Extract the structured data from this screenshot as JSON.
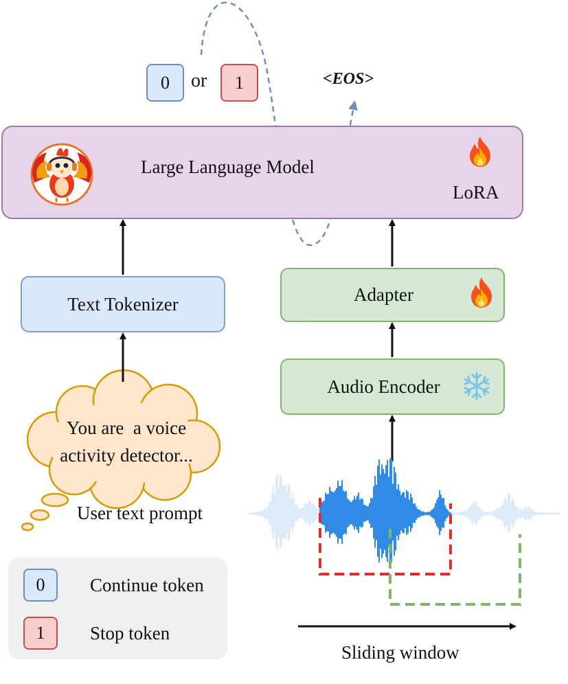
{
  "outputs": {
    "continue_value": "0",
    "or_label": "or",
    "stop_value": "1",
    "eos_label": "<EOS>"
  },
  "llm": {
    "title": "Large Language Model",
    "lora_label": "LoRA"
  },
  "text_tokenizer": {
    "label": "Text Tokenizer"
  },
  "adapter": {
    "label": "Adapter"
  },
  "audio_encoder": {
    "label": "Audio Encoder"
  },
  "prompt": {
    "line1": "You are  a voice",
    "line2": "activity detector...",
    "caption": "User text prompt"
  },
  "legend": {
    "items": [
      {
        "token": "0",
        "label": "Continue token"
      },
      {
        "token": "1",
        "label": "Stop token"
      }
    ]
  },
  "sliding_window_label": "Sliding window",
  "icons": {
    "trainable": "fire-icon",
    "frozen": "snowflake-icon",
    "logo": "phoenix-logo"
  },
  "colors": {
    "llm_fill": "#e6d5e8",
    "llm_border": "#9e78ac",
    "tokenizer_fill": "#dae8fc",
    "tokenizer_border": "#7b9fd1",
    "audio_fill": "#d5e8d4",
    "audio_border": "#86b36c",
    "stop_fill": "#f8cecc",
    "stop_border": "#b85450",
    "waveform": "#2f8be6",
    "window_red": "#e02b2b",
    "window_green": "#82b366",
    "loop_arrow": "#6c8ebf"
  }
}
